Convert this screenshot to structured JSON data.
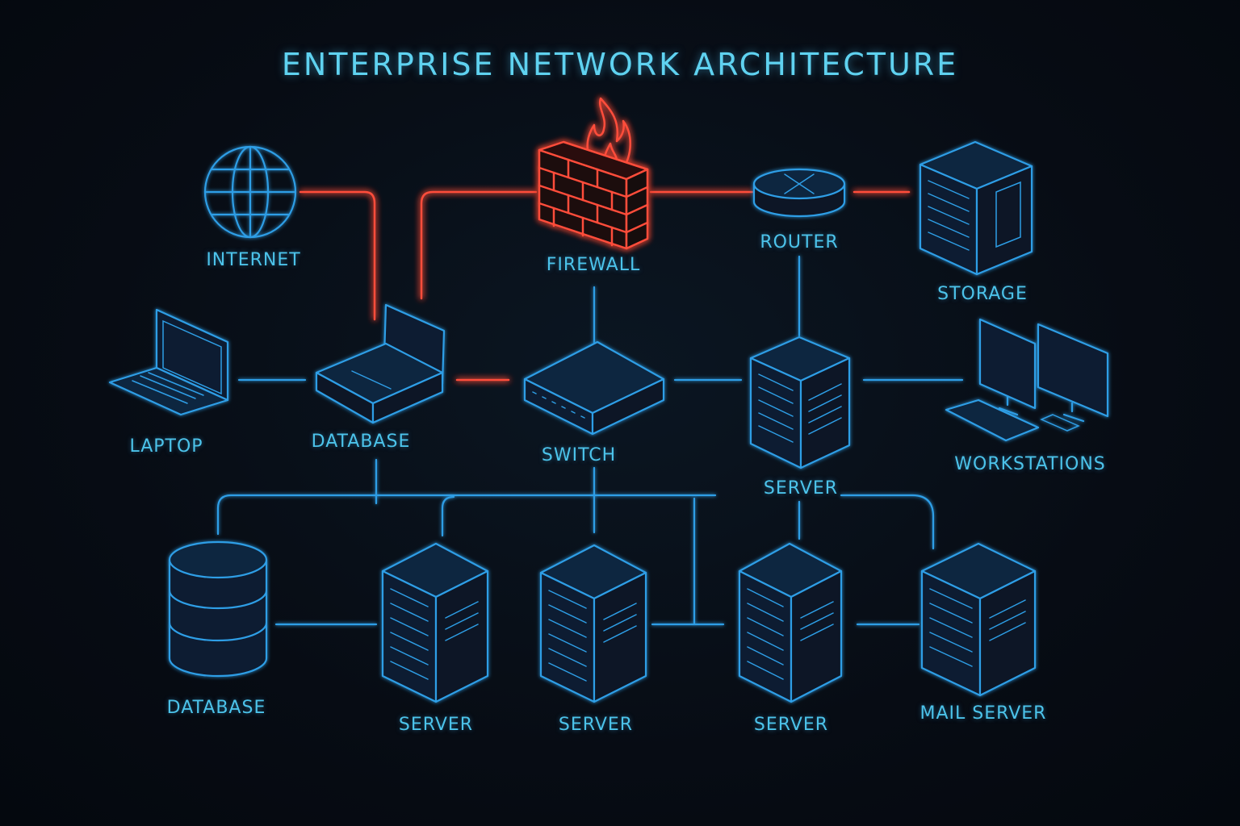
{
  "title": "ENTERPRISE NETWORK ARCHITECTURE",
  "colors": {
    "background": "#070d15",
    "link_blue": "#2f9ee6",
    "link_red": "#ff4d3a",
    "label": "#4cc3ea"
  },
  "nodes": {
    "internet": {
      "label": "INTERNET",
      "icon": "globe-icon"
    },
    "firewall": {
      "label": "FIREWALL",
      "icon": "firewall-icon"
    },
    "router": {
      "label": "ROUTER",
      "icon": "router-icon"
    },
    "storage": {
      "label": "STORAGE",
      "icon": "storage-icon"
    },
    "laptop": {
      "label": "LAPTOP",
      "icon": "laptop-icon"
    },
    "database_top": {
      "label": "DATABASE",
      "icon": "laptop-icon"
    },
    "switch": {
      "label": "SWITCH",
      "icon": "switch-icon"
    },
    "server_mid": {
      "label": "SERVER",
      "icon": "server-icon"
    },
    "workstations": {
      "label": "WORKSTATIONS",
      "icon": "monitor-icon"
    },
    "database_bottom": {
      "label": "DATABASE",
      "icon": "database-icon"
    },
    "server_1": {
      "label": "SERVER",
      "icon": "server-icon"
    },
    "server_2": {
      "label": "SERVER",
      "icon": "server-icon"
    },
    "server_3": {
      "label": "SERVER",
      "icon": "server-icon"
    },
    "mail_server": {
      "label": "MAIL SERVER",
      "icon": "server-icon"
    }
  }
}
